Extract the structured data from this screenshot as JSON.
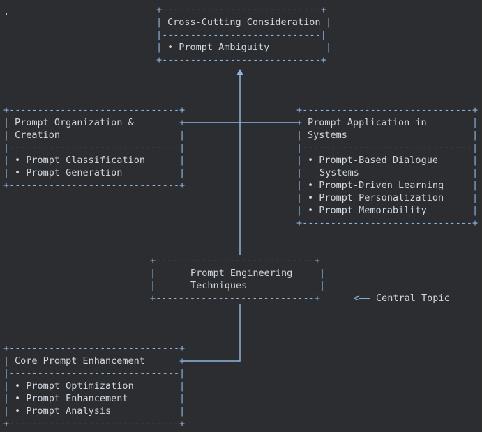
{
  "colors": {
    "background": "#2b2d30",
    "text": "#cfd6df",
    "frame": "#8fb5de",
    "connector": "#8fb5de"
  },
  "stray_mark": ".",
  "central": {
    "title_lines": [
      "Prompt Engineering",
      "Techniques"
    ],
    "pointer_label": "Central Topic"
  },
  "boxes": {
    "cross_cutting": {
      "title_lines": [
        "Cross-Cutting Consideration"
      ],
      "items": [
        "Prompt Ambiguity"
      ]
    },
    "organization": {
      "title_lines": [
        "Prompt Organization &",
        "Creation"
      ],
      "items": [
        "Prompt Classification",
        "Prompt Generation"
      ]
    },
    "application": {
      "title_lines": [
        "Prompt Application in",
        "Systems"
      ],
      "items": [
        "Prompt-Based Dialogue",
        "Systems",
        "Prompt-Driven Learning",
        "Prompt Personalization",
        "Prompt Memorability"
      ]
    },
    "core": {
      "title_lines": [
        "Core Prompt Enhancement"
      ],
      "items": [
        "Prompt Optimization",
        "Prompt Enhancement",
        "Prompt Analysis"
      ]
    }
  }
}
